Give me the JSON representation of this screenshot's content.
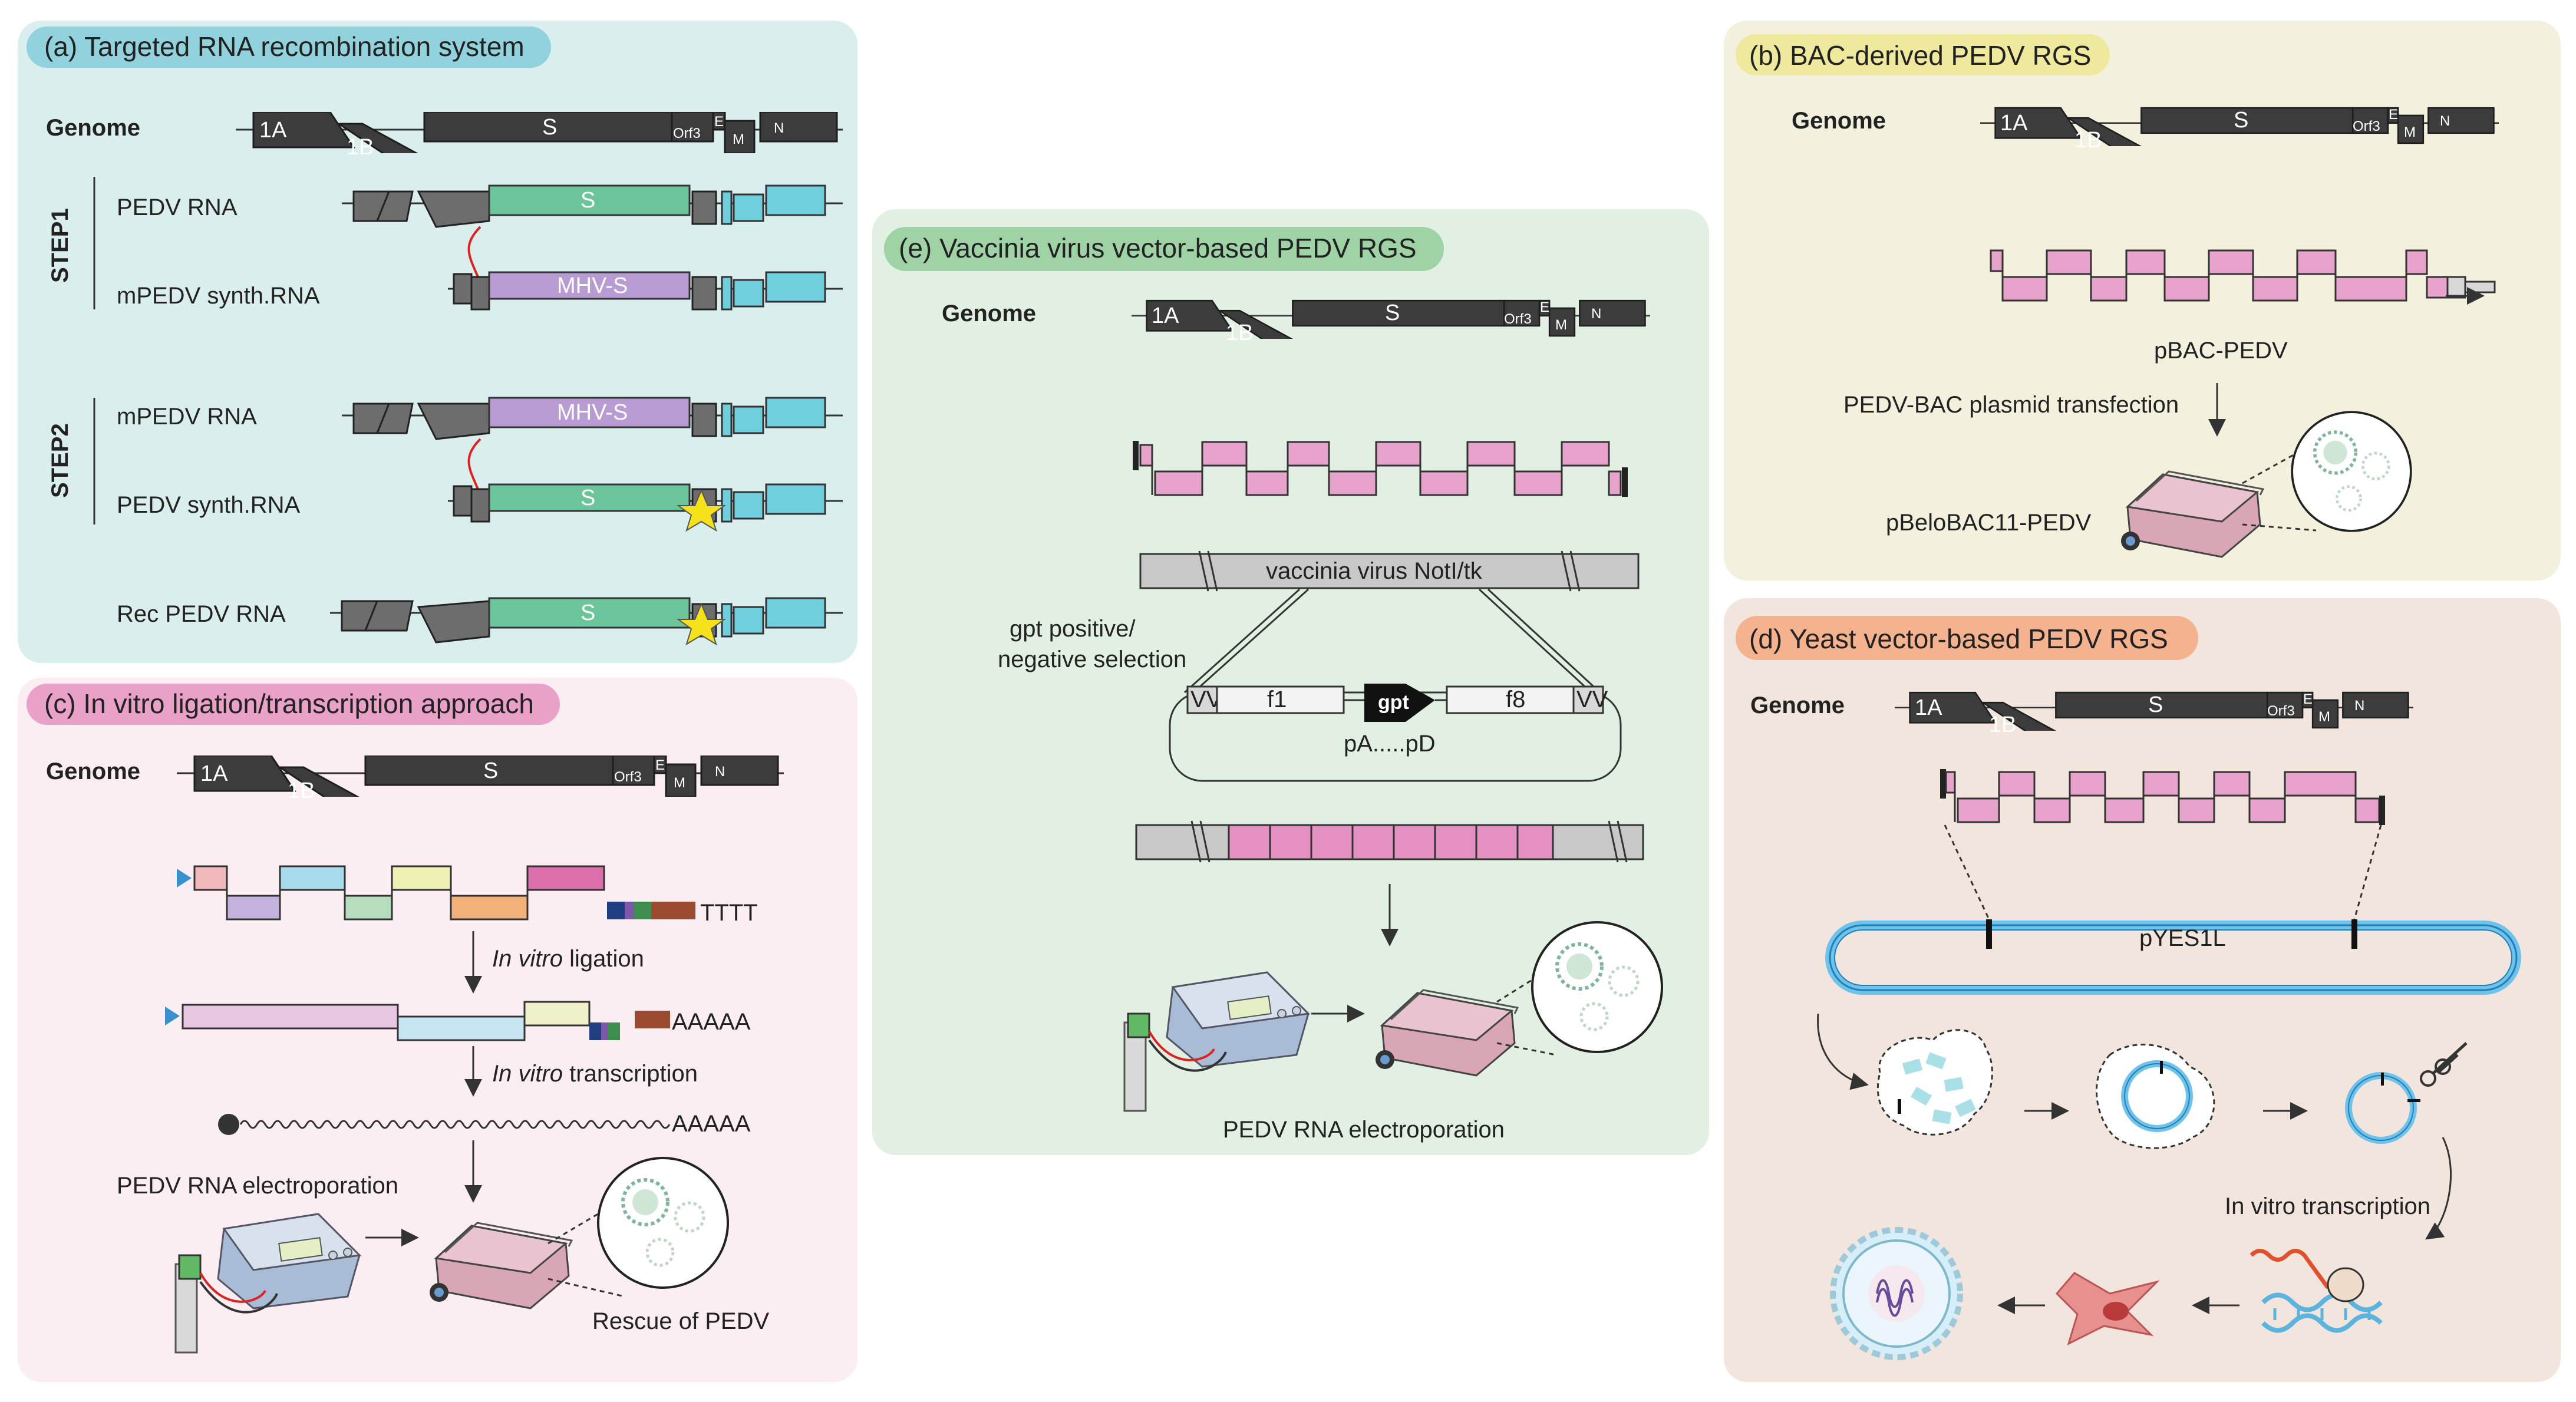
{
  "panels": {
    "a": {
      "title": "(a) Targeted RNA recombination system",
      "genome_label": "Genome",
      "step1": "STEP1",
      "step2": "STEP2",
      "rows": [
        "PEDV RNA",
        "mPEDV synth.RNA",
        "mPEDV RNA",
        "PEDV synth.RNA",
        "Rec PEDV RNA"
      ],
      "s_label": "S",
      "mhv_label": "MHV-S"
    },
    "b": {
      "title": "(b) BAC-derived PEDV RGS",
      "genome_label": "Genome",
      "plasmid": "pBAC-PEDV",
      "transfection": "PEDV-BAC plasmid transfection",
      "pbelo": "pBeloBAC11-PEDV"
    },
    "c": {
      "title": "(c) In vitro ligation/transcription approach",
      "genome_label": "Genome",
      "tttt": "TTTT",
      "ligation_italic": "In vitro",
      "ligation_rest": " ligation",
      "aaaaa1": "AAAAA",
      "transcription_italic": "In vitro",
      "transcription_rest": " transcription",
      "aaaaa2": "AAAAA",
      "electroporation": "PEDV RNA electroporation",
      "rescue": "Rescue of PEDV"
    },
    "d": {
      "title": "(d) Yeast vector-based PEDV RGS",
      "genome_label": "Genome",
      "plasmid": "pYES1L",
      "transcription": "In vitro transcription"
    },
    "e": {
      "title": "(e) Vaccinia virus vector-based PEDV RGS",
      "genome_label": "Genome",
      "vaccinia": "vaccinia virus NotI/tk",
      "gpt_sel_1": "gpt positive/",
      "gpt_sel_2": "negative selection",
      "vv": "VV",
      "f1": "f1",
      "gpt": "gpt",
      "f8": "f8",
      "pa_pd": "pA.....pD",
      "electroporation": "PEDV RNA electroporation"
    }
  },
  "genome_segments": {
    "s1a": "1A",
    "s1b": "1B",
    "s": "S",
    "orf3": "Orf3",
    "e": "E",
    "m": "M",
    "n": "N"
  },
  "colors": {
    "panel_a_bg": "#dbeeee",
    "panel_a_tag": "#92d2dd",
    "panel_b_bg": "#f3f1de",
    "panel_b_tag": "#efe99d",
    "panel_c_bg": "#fbeef3",
    "panel_c_tag": "#eaa1c8",
    "panel_d_bg": "#f2e5de",
    "panel_d_tag": "#f5b28e",
    "panel_e_bg": "#e2f0e3",
    "panel_e_tag": "#9fd3a6",
    "segment_dark": "#3c3c3c",
    "segment_green": "#6cc59a",
    "segment_purple": "#b99bd3",
    "segment_cyan": "#6fcfdc",
    "segment_pink": "#e7a3cb",
    "star": "#f5e21a"
  }
}
